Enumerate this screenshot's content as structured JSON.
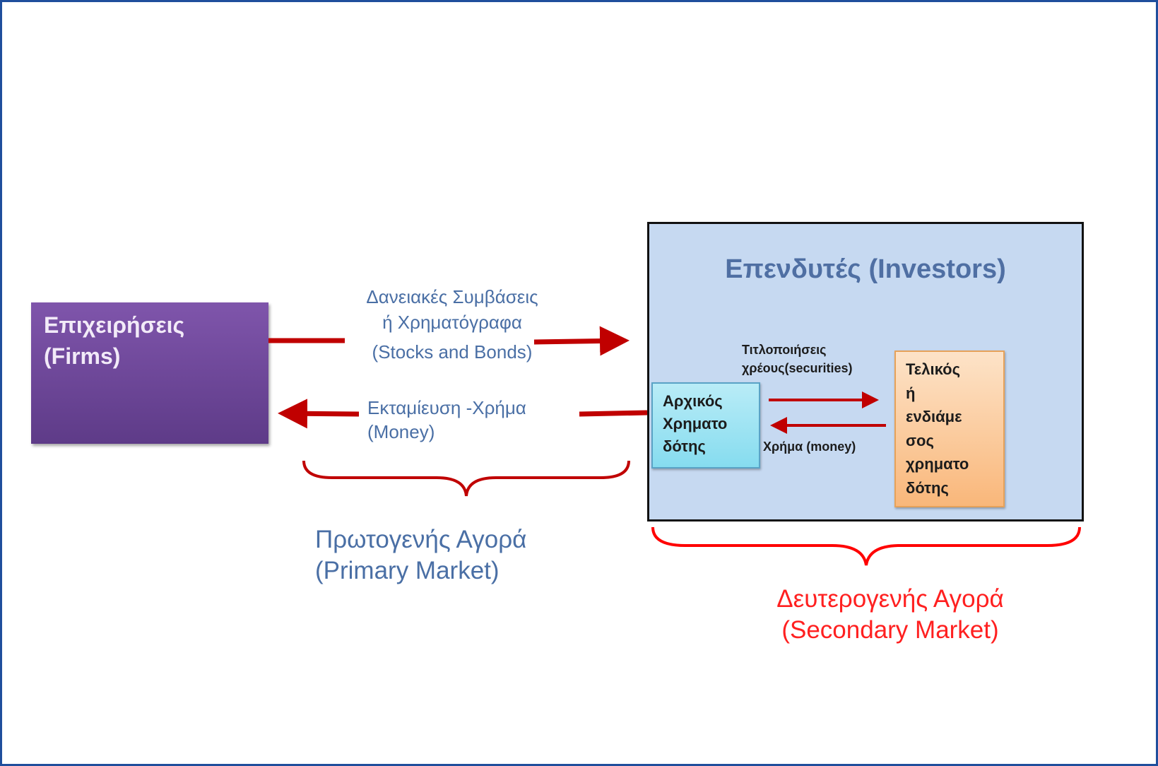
{
  "firms": {
    "label_line1": "Επιχειρήσεις",
    "label_line2": "(Firms)"
  },
  "investors": {
    "title": "Επενδυτές (Investors)"
  },
  "flows": {
    "loans_line1": "Δανειακές Συμβάσεις",
    "loans_line2": "ή Χρηματόγραφα",
    "loans_line3": "(Stocks and Bonds)",
    "disbursement_line1": "Εκταμίευση -Χρήμα",
    "disbursement_line2": "(Money)",
    "securitization_line1": "Τιτλοποιήσεις",
    "securitization_line2": "χρέους(securities)",
    "money_inner": "Χρήμα (money)"
  },
  "original_lender": {
    "line1": "Αρχικός",
    "line2": "Χρηματο",
    "line3": "δότης"
  },
  "final_lender": {
    "line1": "Τελικός",
    "line2": "ή",
    "line3": "ενδιάμε",
    "line4": "σος",
    "line5": "χρηματο",
    "line6": "δότης"
  },
  "markets": {
    "primary_line1": "Πρωτογενής Αγορά",
    "primary_line2": "(Primary Market)",
    "secondary_line1": "Δευτερογενής Αγορά",
    "secondary_line2": "(Secondary Market)"
  },
  "colors": {
    "arrow": "#c00000",
    "brace_primary": "#c00000",
    "brace_secondary": "#ff0000",
    "firms_box": "#7f55ab",
    "investors_box": "#c6d9f1",
    "original_lender_box": "#9fe3f3",
    "final_lender_box": "#fbc996"
  }
}
